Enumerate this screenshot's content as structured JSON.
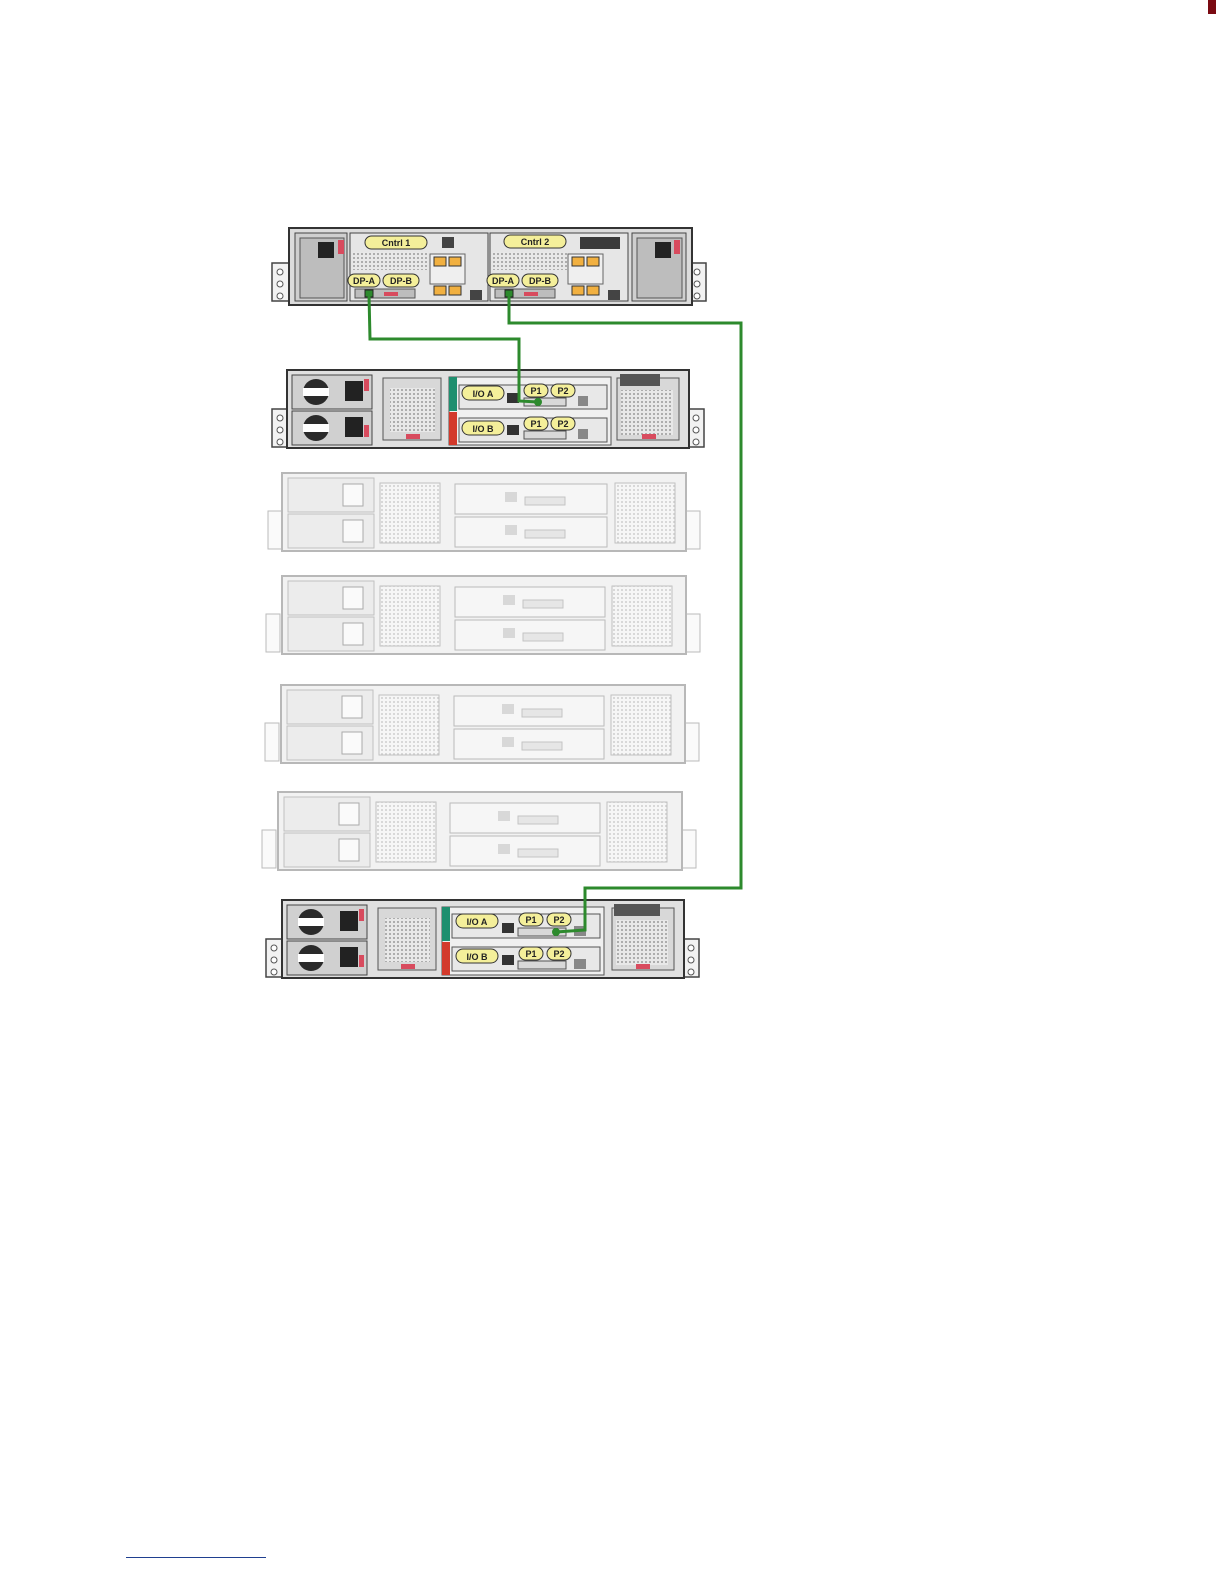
{
  "controller": {
    "labels": [
      "Cntrl 1",
      "Cntrl 2"
    ],
    "ports": [
      "DP-A",
      "DP-B"
    ]
  },
  "enclosure": {
    "io_modules": [
      "I/O A",
      "I/O B"
    ],
    "ports": [
      "P1",
      "P2"
    ]
  },
  "colors": {
    "cable": "#2d8a2d",
    "pill": "#f4ef9a",
    "chassis_active": "#3c3c3c",
    "chassis_inactive": "#bdbdbd",
    "io_a_tab": "#1f8f6f",
    "io_b_tab": "#d33a2c",
    "handle": "#d84b5e",
    "rule": "#1f3f8f"
  },
  "footnote": {}
}
